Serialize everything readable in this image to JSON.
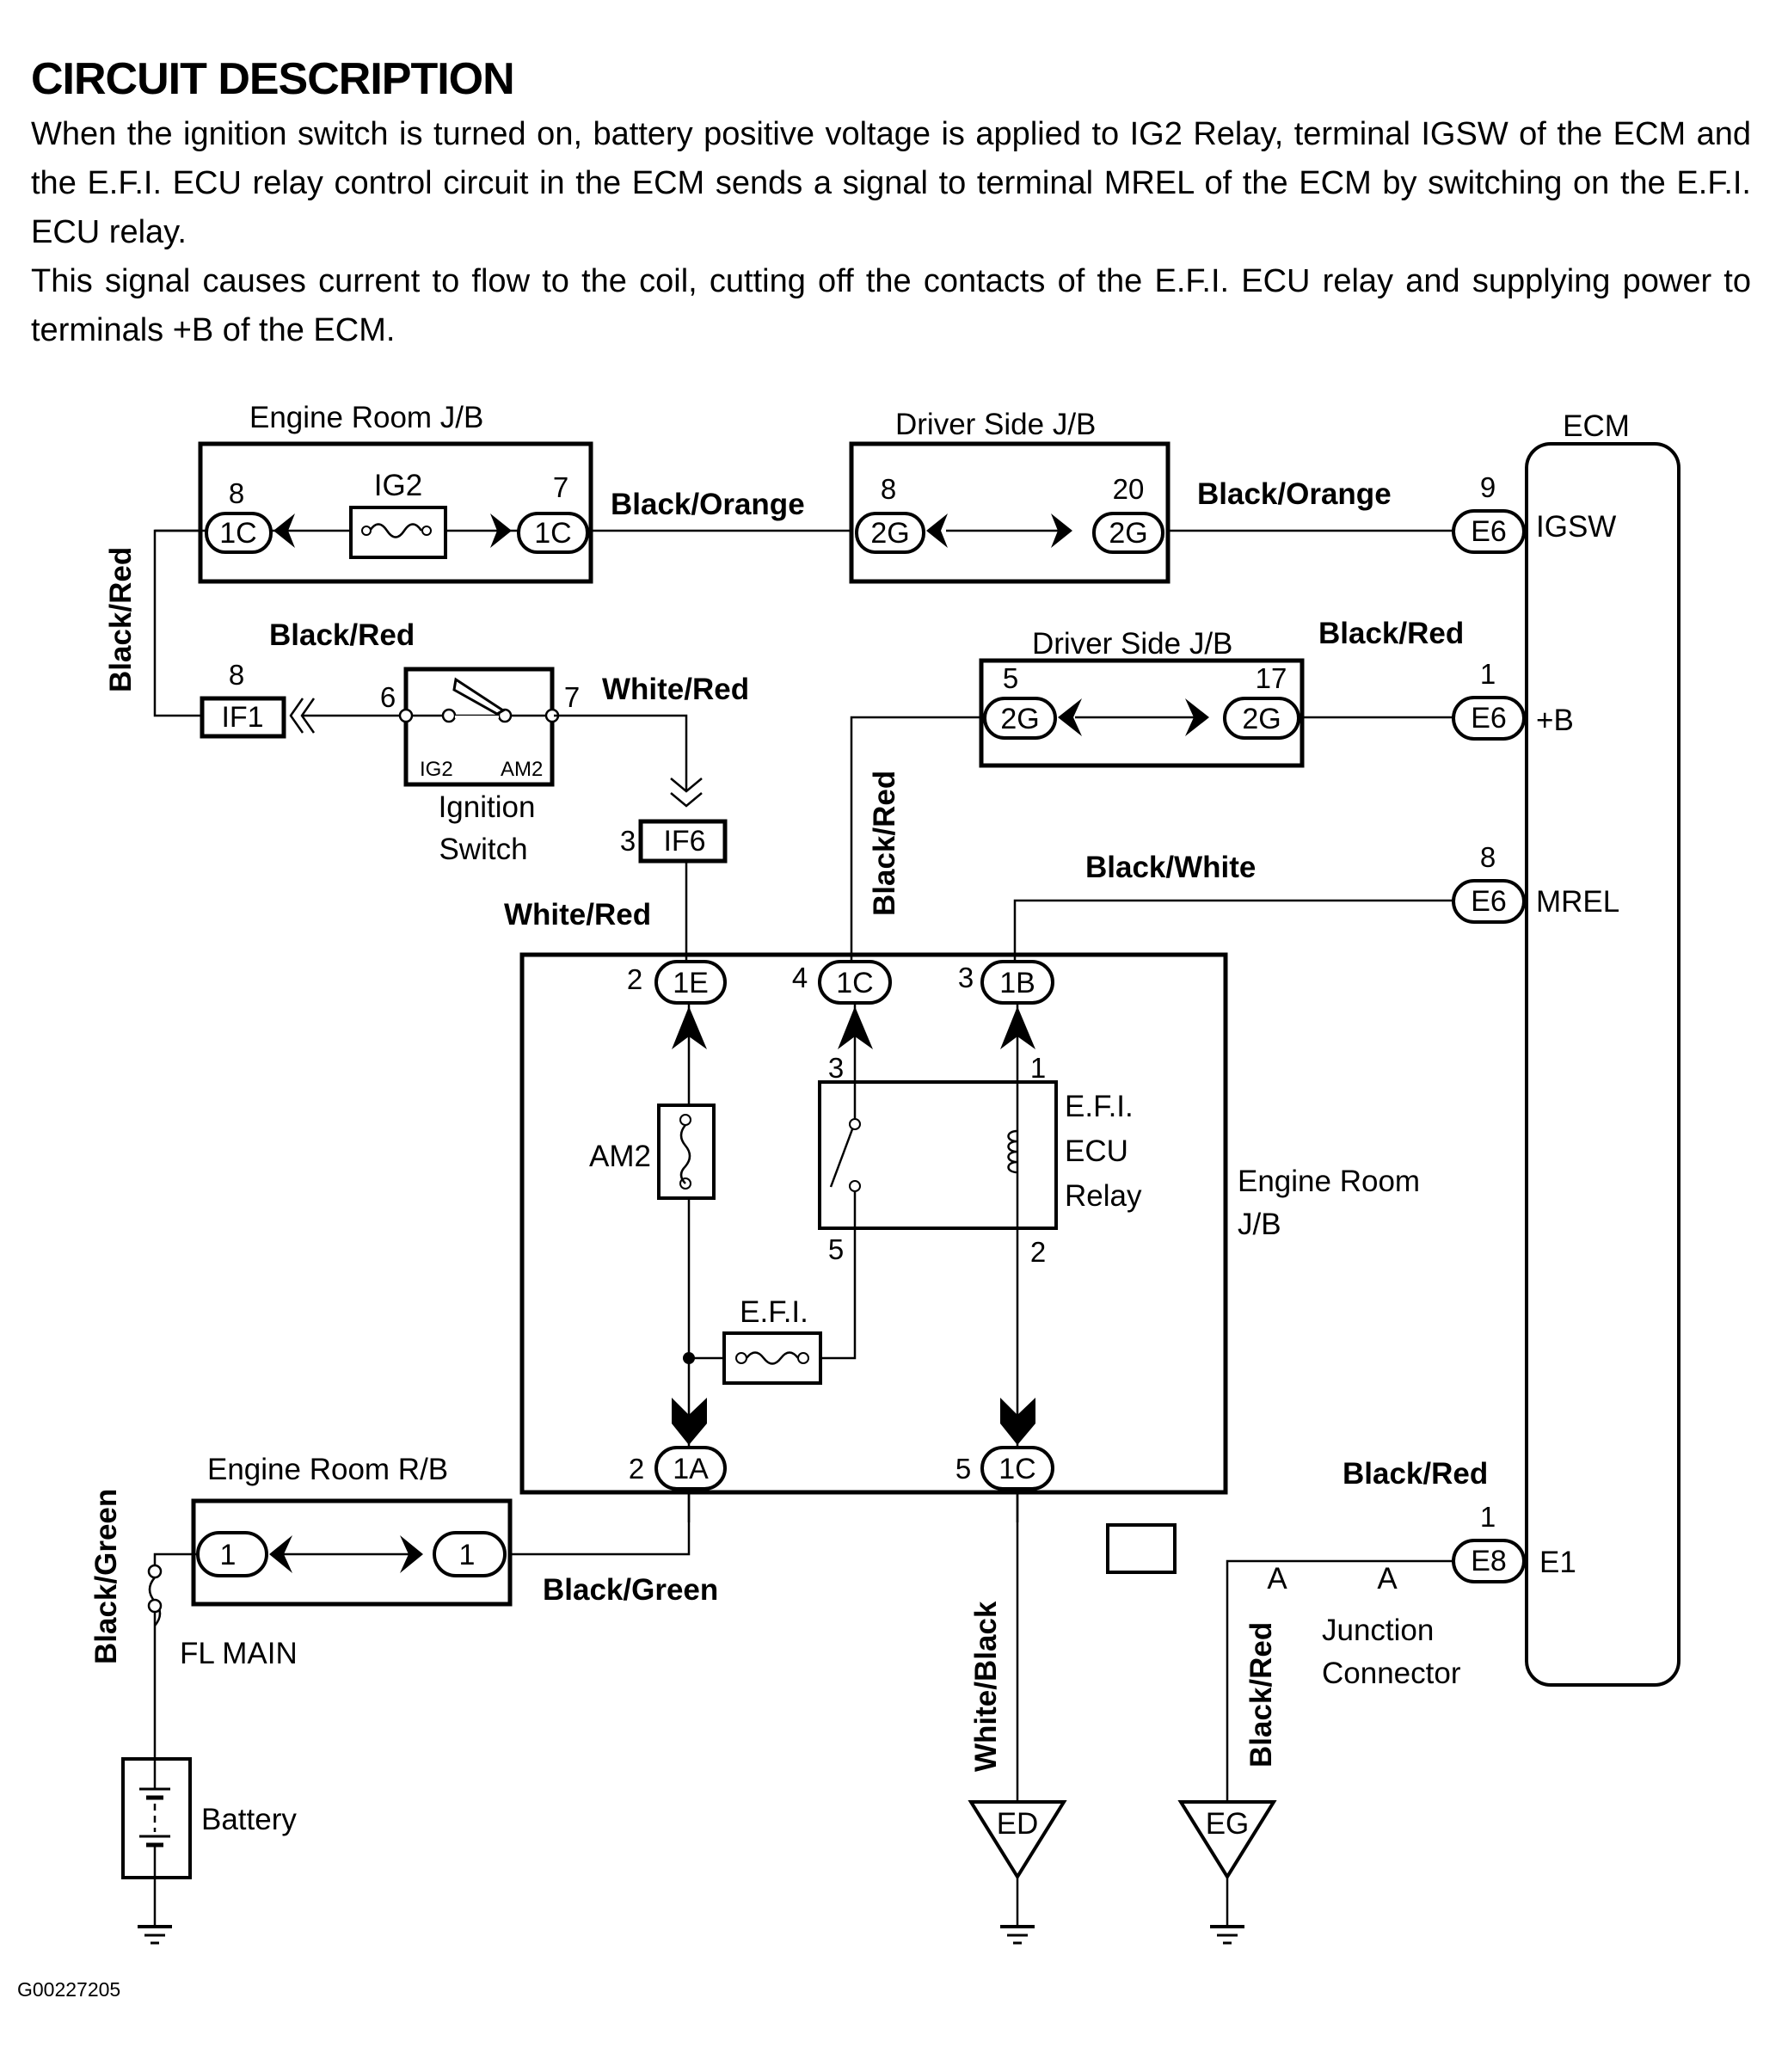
{
  "header": {
    "title": "CIRCUIT DESCRIPTION",
    "paragraphs": [
      "When the ignition switch is turned on, battery positive voltage is applied to IG2 Relay, terminal IGSW of the ECM and the E.F.I. ECU relay control circuit in the ECM sends a signal to terminal MREL of the ECM by switching on the E.F.I. ECU relay.",
      "This signal causes current to flow to the coil, cutting off the contacts of the E.F.I. ECU relay and supplying power to terminals +B of the ECM."
    ]
  },
  "diagram": {
    "components": {
      "engine_room_jb_top": "Engine Room J/B",
      "ig2_fuse": "IG2",
      "driver_side_jb_top": "Driver Side J/B",
      "ecm": "ECM",
      "driver_side_jb_mid": "Driver Side J/B",
      "ignition_switch_line1": "Ignition",
      "ignition_switch_line2": "Switch",
      "ign_ig2": "IG2",
      "ign_am2": "AM2",
      "am2_fuse": "AM2",
      "efi_fuse": "E.F.I.",
      "efi_relay_line1": "E.F.I.",
      "efi_relay_line2": "ECU",
      "efi_relay_line3": "Relay",
      "engine_room_jb_main_line1": "Engine Room",
      "engine_room_jb_main_line2": "J/B",
      "engine_room_rb": "Engine Room R/B",
      "fl_main": "FL MAIN",
      "battery": "Battery",
      "junction_line1": "Junction",
      "junction_line2": "Connector",
      "junction_pin_left": "A",
      "junction_pin_right": "A",
      "ground_ed": "ED",
      "ground_eg": "EG"
    },
    "ecm_terminals": {
      "igsw": "IGSW",
      "plus_b": "+B",
      "mrel": "MREL",
      "e1": "E1"
    },
    "wires": {
      "black_orange_1": "Black/Orange",
      "black_orange_2": "Black/Orange",
      "black_red_left_vertical": "Black/Red",
      "black_red_ign": "Black/Red",
      "white_red_ign": "White/Red",
      "white_red_if6": "White/Red",
      "black_red_mid_vertical": "Black/Red",
      "black_red_plus_b": "Black/Red",
      "black_white": "Black/White",
      "black_green_vertical": "Black/Green",
      "black_green": "Black/Green",
      "white_black": "White/Black",
      "black_red_e1": "Black/Red",
      "black_red_eg": "Black/Red"
    },
    "connectors": {
      "c1c_left": {
        "code": "1C",
        "pin": "8"
      },
      "c1c_right": {
        "code": "1C",
        "pin": "7"
      },
      "c2g_a": {
        "code": "2G",
        "pin": "8"
      },
      "c2g_b": {
        "code": "2G",
        "pin": "20"
      },
      "ce6_igsw": {
        "code": "E6",
        "pin": "9"
      },
      "cif1": {
        "code": "IF1",
        "pin": "8"
      },
      "ign_pin6": {
        "pin": "6"
      },
      "ign_pin7": {
        "pin": "7"
      },
      "cif6": {
        "code": "IF6",
        "pin": "3"
      },
      "c2g_c": {
        "code": "2G",
        "pin": "5"
      },
      "c2g_d": {
        "code": "2G",
        "pin": "17"
      },
      "ce6_b": {
        "code": "E6",
        "pin": "1"
      },
      "ce6_mrel": {
        "code": "E6",
        "pin": "8"
      },
      "c1e": {
        "code": "1E",
        "pin": "2"
      },
      "c1c_mid": {
        "code": "1C",
        "pin": "4"
      },
      "c1b": {
        "code": "1B",
        "pin": "3"
      },
      "relay_pin3": {
        "pin": "3"
      },
      "relay_pin1": {
        "pin": "1"
      },
      "relay_pin5": {
        "pin": "5"
      },
      "relay_pin2": {
        "pin": "2"
      },
      "c1a": {
        "code": "1A",
        "pin": "2"
      },
      "c1c_bottom": {
        "code": "1C",
        "pin": "5"
      },
      "crb_left": {
        "code": "1"
      },
      "crb_right": {
        "code": "1"
      },
      "ce8": {
        "code": "E8",
        "pin": "1"
      }
    }
  },
  "footer": {
    "figure_code": "G00227205"
  }
}
